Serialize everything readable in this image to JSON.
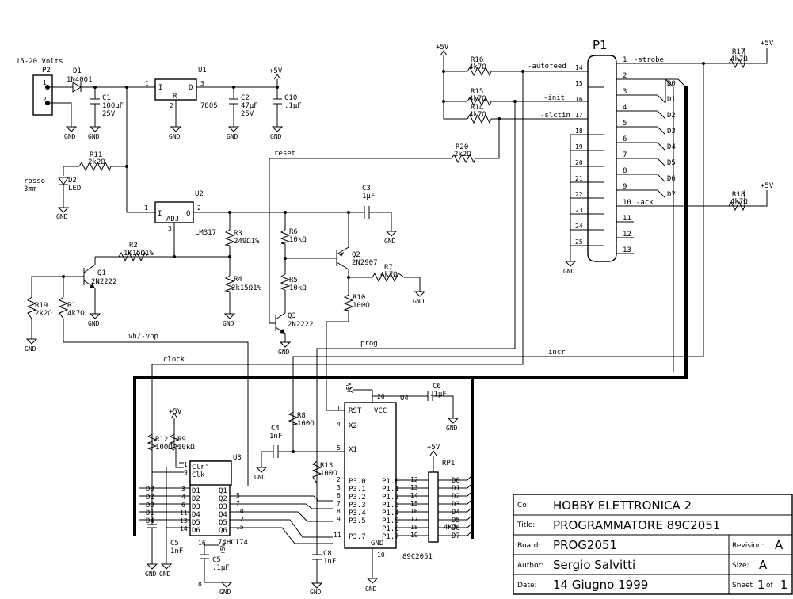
{
  "supply": {
    "input_label": "15-20 Volts",
    "p2": "P2",
    "p2_pins": [
      "1",
      "2"
    ]
  },
  "rails": {
    "vcc": "+5V",
    "gnd": "GND"
  },
  "top": {
    "d1": {
      "ref": "D1",
      "value": "1N4001"
    },
    "c1": {
      "ref": "C1",
      "value": "100μF",
      "volt": "25V"
    },
    "u1": {
      "ref": "U1",
      "part": "7805",
      "pin_i": "I",
      "pin_o": "O",
      "pin_r": "R",
      "n1": "1",
      "n2": "2",
      "n3": "3"
    },
    "c2": {
      "ref": "C2",
      "value": "47μF",
      "volt": "25V"
    },
    "c10": {
      "ref": "C10",
      "value": ".1μF"
    },
    "r11": {
      "ref": "R11",
      "value": "2k2Ω"
    },
    "d2": {
      "ref": "D2",
      "value": "LED",
      "note1": "rosso",
      "note2": "3mm"
    }
  },
  "mid": {
    "u2": {
      "ref": "U2",
      "part": "LM317",
      "pin_i": "I",
      "pin_o": "O",
      "pin_adj": "ADJ",
      "n1": "1",
      "n2": "2",
      "n3": "3"
    },
    "r3": {
      "ref": "R3",
      "value": "249Ω1%"
    },
    "r4": {
      "ref": "R4",
      "value": "2k15Ω1%"
    },
    "r2": {
      "ref": "R2",
      "value": "1K15Ω1%"
    },
    "q1": {
      "ref": "Q1",
      "part": "2N2222"
    },
    "r19": {
      "ref": "R19",
      "value": "2k2Ω"
    },
    "r1": {
      "ref": "R1",
      "value": "4k7Ω"
    },
    "r6": {
      "ref": "R6",
      "value": "10kΩ"
    },
    "r5": {
      "ref": "R5",
      "value": "10kΩ"
    },
    "q2": {
      "ref": "Q2",
      "part": "2N2907"
    },
    "r7": {
      "ref": "R7",
      "value": "4k7Ω"
    },
    "r10": {
      "ref": "R10",
      "value": "100Ω"
    },
    "q3": {
      "ref": "Q3",
      "part": "2N2222"
    },
    "c3": {
      "ref": "C3",
      "value": "1μF"
    },
    "reset": "reset",
    "r20": {
      "ref": "R20",
      "value": "2k2Ω"
    }
  },
  "port": {
    "title": "P1",
    "r16": {
      "ref": "R16",
      "value": "4k7Ω"
    },
    "r15": {
      "ref": "R15",
      "value": "4k7Ω"
    },
    "r14": {
      "ref": "R14",
      "value": "4k7Ω"
    },
    "r17": {
      "ref": "R17",
      "value": "4k7Ω"
    },
    "r18": {
      "ref": "R18",
      "value": "4k7Ω"
    },
    "autofeed": "-autofeed",
    "init": "-init",
    "slctin": "-slctin",
    "strobe": "-strobe",
    "ack": "-ack",
    "right_pins": [
      "1",
      "2",
      "3",
      "4",
      "5",
      "6",
      "7",
      "8",
      "9",
      "10",
      "11",
      "12",
      "13"
    ],
    "left_pins": [
      "14",
      "15",
      "16",
      "17",
      "18",
      "19",
      "20",
      "21",
      "22",
      "23",
      "24",
      "25"
    ],
    "data_lines": [
      "D0",
      "D1",
      "D2",
      "D3",
      "D4",
      "D5",
      "D6",
      "D7"
    ]
  },
  "nets": {
    "vh": "vh/-vpp",
    "clock": "clock",
    "prog": "prog",
    "incr": "incr"
  },
  "bottom": {
    "r12": {
      "ref": "R12",
      "value": "100Ω"
    },
    "r9": {
      "ref": "R9",
      "value": "10kΩ"
    },
    "u3": {
      "ref": "U3",
      "part": "74HC174",
      "clr": "Clr'",
      "clk": "Clk",
      "in_nets": [
        "D3",
        "D2",
        "D0",
        "D1",
        "D4"
      ],
      "in_pins": [
        "3",
        "4",
        "6",
        "11",
        "13",
        "14"
      ],
      "in_names": [
        "D1",
        "D2",
        "D3",
        "D4",
        "D5",
        "D6"
      ],
      "out_names": [
        "Q1",
        "Q2",
        "Q3",
        "Q4",
        "Q5",
        "Q6"
      ],
      "out_pins": [
        "5",
        "7",
        "10",
        "12",
        "15"
      ],
      "n1": "1",
      "n9": "9",
      "n16": "16",
      "n8": "8"
    },
    "c5a": {
      "ref": "C5",
      "value": "1nF"
    },
    "c5b": {
      "ref": "C5",
      "value": ".1μF"
    },
    "c4": {
      "ref": "C4",
      "value": "1nF"
    },
    "r8": {
      "ref": "R8",
      "value": "100Ω"
    },
    "r13": {
      "ref": "R13",
      "value": "100Ω"
    },
    "c6": {
      "ref": "C6",
      "value": ".1μF"
    },
    "c8": {
      "ref": "C8",
      "value": "1nF"
    },
    "u4": {
      "ref": "U4",
      "part": "89C2051",
      "rst": "RST",
      "vcc": "VCC",
      "x2": "X2",
      "x1": "X1",
      "gnd": "GND",
      "n20": "20",
      "n1": "1",
      "n4": "4",
      "n5": "5",
      "n10": "10",
      "left_names": [
        "P3.0",
        "P3.1",
        "P3.2",
        "P3.3",
        "P3.4",
        "P3.5",
        "P3.7"
      ],
      "left_pins": [
        "2",
        "3",
        "6",
        "7",
        "8",
        "9",
        "11"
      ],
      "right_names": [
        "P1.0",
        "P1.1",
        "P1.2",
        "P1.3",
        "P1.4",
        "P1.5",
        "P1.6",
        "P1.7"
      ],
      "right_pins": [
        "12",
        "13",
        "14",
        "15",
        "16",
        "17",
        "18",
        "19"
      ]
    },
    "rp1": {
      "ref": "RP1",
      "value": "4K7"
    }
  },
  "titleblock": {
    "co_label": "Co:",
    "co": "HOBBY ELETTRONICA 2",
    "title_label": "Title:",
    "title": "PROGRAMMATORE 89C2051",
    "board_label": "Board:",
    "board": "PROG2051",
    "revision_label": "Revision:",
    "revision": "A",
    "author_label": "Author:",
    "author": "Sergio Salvitti",
    "size_label": "Size:",
    "size": "A",
    "date_label": "Date:",
    "date": "14 Giugno 1999",
    "sheet_label": "Sheet",
    "sheet_no": "1",
    "sheet_of": "of",
    "sheet_total": "1"
  }
}
